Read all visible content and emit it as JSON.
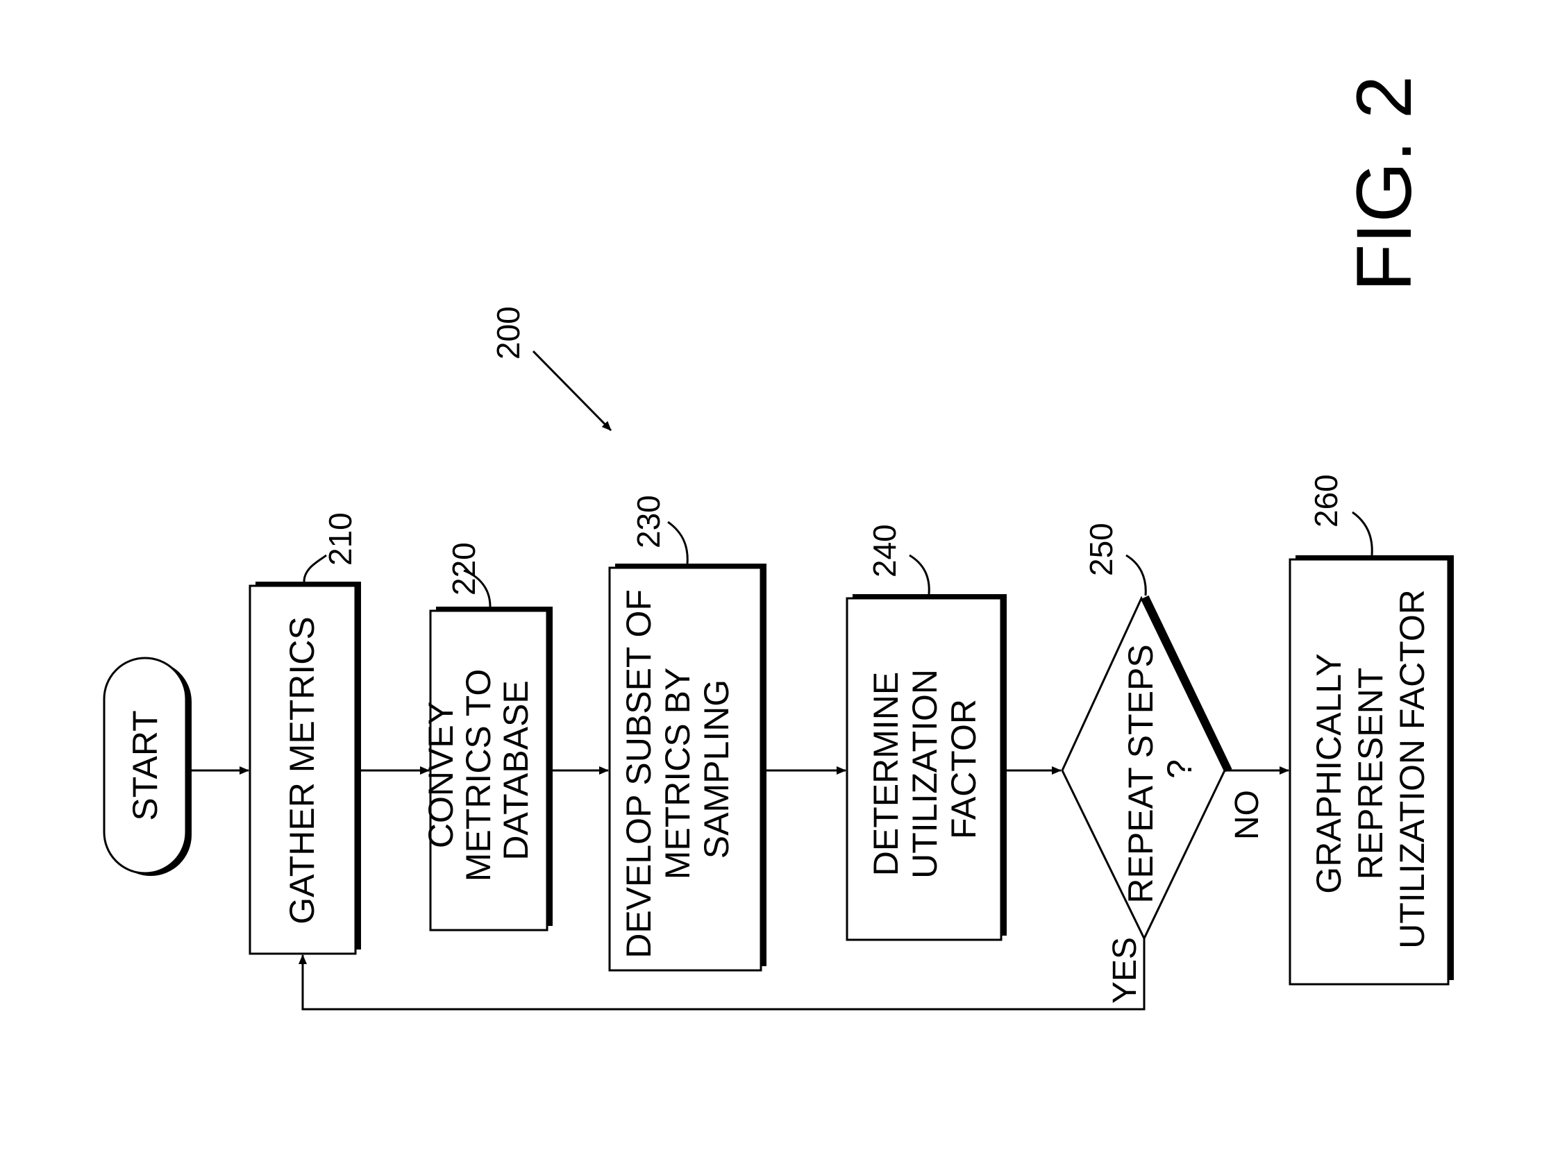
{
  "figure_label": "FIG. 2",
  "diagram_ref": "200",
  "start": {
    "label": "START"
  },
  "steps": [
    {
      "ref": "210",
      "lines": [
        "GATHER METRICS"
      ]
    },
    {
      "ref": "220",
      "lines": [
        "CONVEY",
        "METRICS TO",
        "DATABASE"
      ]
    },
    {
      "ref": "230",
      "lines": [
        "DEVELOP SUBSET OF",
        "METRICS BY",
        "SAMPLING"
      ]
    },
    {
      "ref": "240",
      "lines": [
        "DETERMINE",
        "UTILIZATION",
        "FACTOR"
      ]
    }
  ],
  "decision": {
    "ref": "250",
    "lines": [
      "REPEAT STEPS",
      "?"
    ],
    "yes_label": "YES",
    "no_label": "NO"
  },
  "final_step": {
    "ref": "260",
    "lines": [
      "GRAPHICALLY",
      "REPRESENT",
      "UTILIZATION FACTOR"
    ]
  }
}
